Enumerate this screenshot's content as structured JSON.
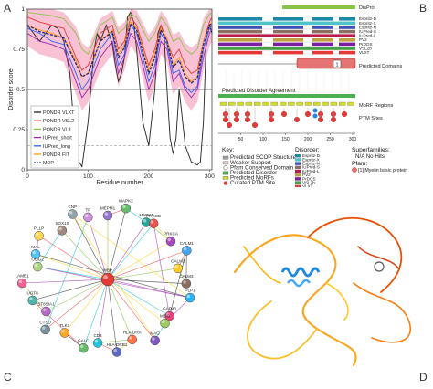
{
  "panels": {
    "a": "A",
    "b": "B",
    "c": "C",
    "d": "D"
  },
  "chart_data": {
    "type": "line",
    "ylabel": "Disorder score",
    "xlabel": "Residue number",
    "ylim": [
      0,
      1
    ],
    "xlim": [
      0,
      304
    ],
    "yticks": [
      "0",
      "0.25",
      "0.5",
      "0.75",
      "1"
    ],
    "xticks": [
      "0",
      "100",
      "200",
      "300"
    ],
    "threshold": 0.5,
    "series": [
      {
        "name": "PONDR VLXT",
        "color": "#222222",
        "x": [
          0,
          10,
          20,
          30,
          40,
          50,
          60,
          70,
          75,
          80,
          85,
          90,
          100,
          110,
          115,
          120,
          130,
          140,
          145,
          150,
          155,
          160,
          165,
          170,
          175,
          180,
          190,
          200,
          210,
          215,
          220,
          225,
          230,
          235,
          240,
          245,
          250,
          260,
          270,
          280,
          285,
          290,
          295,
          300,
          304
        ],
        "values": [
          0.9,
          0.85,
          0.8,
          0.85,
          0.9,
          0.88,
          0.8,
          0.6,
          0.35,
          0.1,
          0.05,
          0.02,
          0.3,
          0.75,
          0.85,
          0.8,
          0.9,
          0.78,
          0.65,
          0.55,
          0.6,
          0.7,
          0.95,
          0.98,
          0.92,
          0.75,
          0.3,
          0.15,
          0.5,
          0.85,
          0.9,
          0.85,
          0.5,
          0.2,
          0.1,
          0.2,
          0.5,
          0.15,
          0.05,
          0.03,
          0.05,
          0.3,
          0.85,
          0.9,
          0.85
        ]
      },
      {
        "name": "PONDR VSL2",
        "color": "#e53935",
        "x": [
          0,
          20,
          40,
          60,
          80,
          90,
          100,
          120,
          140,
          150,
          160,
          170,
          180,
          200,
          210,
          220,
          230,
          240,
          250,
          260,
          270,
          280,
          290,
          300,
          304
        ],
        "values": [
          0.95,
          0.92,
          0.9,
          0.88,
          0.7,
          0.62,
          0.65,
          0.85,
          0.9,
          0.75,
          0.8,
          0.95,
          0.9,
          0.65,
          0.75,
          0.9,
          0.8,
          0.7,
          0.75,
          0.65,
          0.6,
          0.62,
          0.8,
          0.92,
          0.95
        ]
      },
      {
        "name": "PONDR VL3",
        "color": "#8bc34a",
        "x": [
          0,
          20,
          40,
          60,
          80,
          90,
          100,
          120,
          140,
          150,
          160,
          170,
          180,
          200,
          210,
          220,
          230,
          240,
          250,
          260,
          270,
          280,
          290,
          300,
          304
        ],
        "values": [
          0.98,
          0.97,
          0.96,
          0.94,
          0.85,
          0.75,
          0.72,
          0.9,
          0.95,
          0.85,
          0.88,
          0.97,
          0.95,
          0.8,
          0.85,
          0.95,
          0.9,
          0.8,
          0.82,
          0.75,
          0.72,
          0.75,
          0.9,
          0.97,
          0.98
        ]
      },
      {
        "name": "IUPred_short",
        "color": "#9c27b0",
        "x": [
          0,
          20,
          40,
          60,
          80,
          90,
          100,
          120,
          140,
          150,
          160,
          170,
          180,
          200,
          210,
          220,
          230,
          240,
          250,
          260,
          270,
          280,
          290,
          300,
          304
        ],
        "values": [
          0.85,
          0.8,
          0.78,
          0.75,
          0.55,
          0.45,
          0.5,
          0.7,
          0.8,
          0.6,
          0.7,
          0.85,
          0.8,
          0.5,
          0.6,
          0.8,
          0.75,
          0.55,
          0.6,
          0.5,
          0.45,
          0.5,
          0.7,
          0.85,
          0.88
        ]
      },
      {
        "name": "IUPred_long",
        "color": "#2962ff",
        "x": [
          0,
          20,
          40,
          60,
          80,
          90,
          100,
          120,
          140,
          150,
          160,
          170,
          180,
          200,
          210,
          220,
          230,
          240,
          250,
          260,
          270,
          280,
          290,
          300,
          304
        ],
        "values": [
          0.88,
          0.85,
          0.8,
          0.78,
          0.6,
          0.5,
          0.55,
          0.75,
          0.85,
          0.65,
          0.72,
          0.9,
          0.85,
          0.55,
          0.65,
          0.85,
          0.78,
          0.6,
          0.62,
          0.52,
          0.48,
          0.52,
          0.75,
          0.88,
          0.9
        ]
      },
      {
        "name": "PONDR FIT",
        "color": "#ff9800",
        "x": [
          0,
          20,
          40,
          60,
          80,
          90,
          100,
          120,
          140,
          150,
          160,
          170,
          180,
          200,
          210,
          220,
          230,
          240,
          250,
          260,
          270,
          280,
          290,
          300,
          304
        ],
        "values": [
          0.9,
          0.87,
          0.85,
          0.82,
          0.68,
          0.58,
          0.6,
          0.8,
          0.87,
          0.72,
          0.78,
          0.92,
          0.88,
          0.62,
          0.72,
          0.88,
          0.82,
          0.65,
          0.7,
          0.6,
          0.55,
          0.58,
          0.8,
          0.9,
          0.92
        ]
      },
      {
        "name": "MDP",
        "color": "#1a237e",
        "x": [
          0,
          20,
          40,
          60,
          80,
          90,
          100,
          120,
          140,
          150,
          160,
          170,
          180,
          200,
          210,
          220,
          230,
          240,
          250,
          260,
          270,
          280,
          290,
          300,
          304
        ],
        "values": [
          0.9,
          0.86,
          0.84,
          0.82,
          0.66,
          0.58,
          0.6,
          0.8,
          0.86,
          0.7,
          0.76,
          0.91,
          0.87,
          0.6,
          0.7,
          0.87,
          0.8,
          0.64,
          0.68,
          0.58,
          0.54,
          0.57,
          0.78,
          0.9,
          0.91
        ]
      }
    ]
  },
  "panel_b": {
    "disprot": "DisProt",
    "predictors": [
      "Espritz-D",
      "Espritz-X",
      "Espritz-N",
      "IUPred-S",
      "IUPred-L",
      "PV2",
      "PrDOS",
      "VSL2b",
      "VLXT"
    ],
    "predicted_domains": "Predicted Domains",
    "domain_marker": "1",
    "disorder_agreement": "Predicted Disorder Agreement",
    "morf_regions": "MoRF Regions",
    "ptm_sites": "PTM Sites",
    "axis_ticks": [
      "50",
      "100",
      "150",
      "200",
      "250",
      "300"
    ],
    "key": {
      "title": "Key:",
      "items": [
        "Predicted SCOP Structure",
        "Weaker Support",
        "Pfam Conserved Domain",
        "Predicted Disorder",
        "Predicted MoRFs",
        "Curated PTM Site"
      ]
    },
    "disorder": {
      "title": "Disorder:",
      "items": [
        {
          "label": "Espritz-D",
          "color": "#1e88a8"
        },
        {
          "label": "Espritz-X",
          "color": "#4fc3c7"
        },
        {
          "label": "Espritz-N",
          "color": "#3f51b5"
        },
        {
          "label": "IUPred-S",
          "color": "#8d6e63"
        },
        {
          "label": "IUPred-L",
          "color": "#b71c4a"
        },
        {
          "label": "PV2",
          "color": "#c0a040"
        },
        {
          "label": "PrDOS",
          "color": "#7b1fa2"
        },
        {
          "label": "VSL2b",
          "color": "#43a047"
        },
        {
          "label": "VLXT",
          "color": "#e53935"
        }
      ]
    },
    "superfamilies": {
      "title": "Superfamilies:",
      "value": "N/A No Hits"
    },
    "pfam": {
      "title": "Pfam:",
      "value": "[1] Myelin basic protein"
    }
  },
  "network": {
    "nodes": [
      {
        "id": "MEPM1",
        "label": "MEPM1",
        "color": "#9575cd"
      },
      {
        "id": "MAPK3",
        "label": "MAPK3",
        "color": "#66bb6a"
      },
      {
        "id": "MAPK1",
        "label": "MAPK1",
        "color": "#26a69a"
      },
      {
        "id": "PRKCB",
        "label": "PRKCB",
        "color": "#ef5350"
      },
      {
        "id": "PRKCA",
        "label": "PRKCA",
        "color": "#ab47bc"
      },
      {
        "id": "CALM1",
        "label": "CALM1",
        "color": "#42a5f5"
      },
      {
        "id": "CALM2",
        "label": "CALM2",
        "color": "#ffca28"
      },
      {
        "id": "CALM3",
        "label": "CALM3",
        "color": "#8d6e63"
      },
      {
        "id": "PLP1",
        "label": "PLP1",
        "color": "#29b6f6"
      },
      {
        "id": "GAP43",
        "label": "GAP43",
        "color": "#ec407a"
      },
      {
        "id": "MOG",
        "label": "MOG",
        "color": "#9ccc65"
      },
      {
        "id": "MAG",
        "label": "MAG",
        "color": "#7e57c2"
      },
      {
        "id": "HLA-DRA",
        "label": "HLA-DRA",
        "color": "#ff7043"
      },
      {
        "id": "HLA-DRB1",
        "label": "HLA-DRB1",
        "color": "#5c6bc0"
      },
      {
        "id": "CD4",
        "label": "CD4",
        "color": "#26c6da"
      },
      {
        "id": "MBP",
        "label": "MBP",
        "color": "#e53935"
      },
      {
        "id": "GALC",
        "label": "GALC",
        "color": "#66bb6a"
      },
      {
        "id": "TLK1",
        "label": "TLK1",
        "color": "#ffa726"
      },
      {
        "id": "CTSD",
        "label": "CTSD",
        "color": "#78909c"
      },
      {
        "id": "ST8SIA1",
        "label": "ST8SIA1",
        "color": "#ba68c8"
      },
      {
        "id": "UGT8",
        "label": "UGT8",
        "color": "#4db6ac"
      },
      {
        "id": "LAMB1",
        "label": "LAMB1",
        "color": "#f06292"
      },
      {
        "id": "OLIG2",
        "label": "OLIG2",
        "color": "#aed581"
      },
      {
        "id": "MAL",
        "label": "MAL",
        "color": "#4fc3f7"
      },
      {
        "id": "PLLP",
        "label": "PLLP",
        "color": "#ffd54f"
      },
      {
        "id": "SOX10",
        "label": "SOX10",
        "color": "#a1887f"
      },
      {
        "id": "CNP",
        "label": "CNP",
        "color": "#90a4ae"
      },
      {
        "id": "TF",
        "label": "TF",
        "color": "#ce93d8"
      }
    ],
    "edges": [
      [
        "MBP",
        "MEPM1"
      ],
      [
        "MBP",
        "MAPK3"
      ],
      [
        "MBP",
        "MAPK1"
      ],
      [
        "MBP",
        "PRKCB"
      ],
      [
        "MBP",
        "PRKCA"
      ],
      [
        "MBP",
        "CALM1"
      ],
      [
        "MBP",
        "CALM2"
      ],
      [
        "MBP",
        "CALM3"
      ],
      [
        "MBP",
        "PLP1"
      ],
      [
        "MBP",
        "GAP43"
      ],
      [
        "MBP",
        "MOG"
      ],
      [
        "MBP",
        "MAG"
      ],
      [
        "MBP",
        "HLA-DRA"
      ],
      [
        "MBP",
        "HLA-DRB1"
      ],
      [
        "MBP",
        "CD4"
      ],
      [
        "MBP",
        "GALC"
      ],
      [
        "MBP",
        "TLK1"
      ],
      [
        "MBP",
        "CTSD"
      ],
      [
        "MBP",
        "ST8SIA1"
      ],
      [
        "MBP",
        "UGT8"
      ],
      [
        "MBP",
        "LAMB1"
      ],
      [
        "MBP",
        "OLIG2"
      ],
      [
        "MBP",
        "MAL"
      ],
      [
        "MBP",
        "PLLP"
      ],
      [
        "MBP",
        "SOX10"
      ],
      [
        "MBP",
        "CNP"
      ],
      [
        "MBP",
        "TF"
      ],
      [
        "MAPK3",
        "MAPK1"
      ],
      [
        "PRKCB",
        "PRKCA"
      ],
      [
        "CALM1",
        "CALM2"
      ],
      [
        "CALM2",
        "CALM3"
      ],
      [
        "CALM1",
        "CALM3"
      ],
      [
        "PLP1",
        "MOG"
      ],
      [
        "MOG",
        "MAG"
      ],
      [
        "HLA-DRA",
        "HLA-DRB1"
      ],
      [
        "HLA-DRB1",
        "CD4"
      ],
      [
        "HLA-DRA",
        "CD4"
      ],
      [
        "PLP1",
        "MAL"
      ],
      [
        "MAL",
        "PLLP"
      ],
      [
        "SOX10",
        "OLIG2"
      ],
      [
        "CNP",
        "PLP1"
      ],
      [
        "UGT8",
        "GALC"
      ],
      [
        "MAPK1",
        "PRKCA"
      ],
      [
        "GAP43",
        "CALM1"
      ],
      [
        "GAP43",
        "PRKCB"
      ],
      [
        "TF",
        "CTSD"
      ],
      [
        "MAG",
        "CNP"
      ],
      [
        "MEPM1",
        "MAPK3"
      ],
      [
        "LAMB1",
        "ST8SIA1"
      ],
      [
        "TLK1",
        "GALC"
      ],
      [
        "OLIG2",
        "PLP1"
      ]
    ]
  }
}
